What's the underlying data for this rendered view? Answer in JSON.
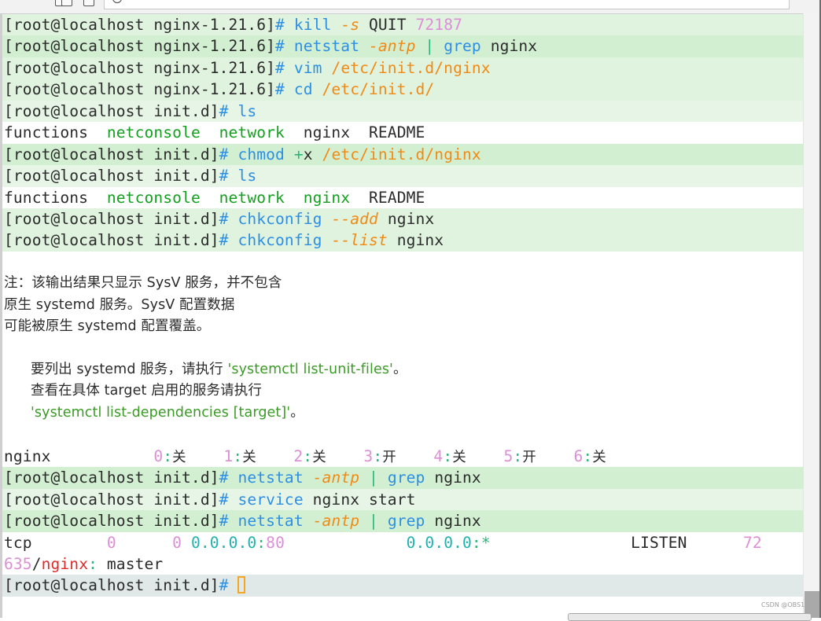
{
  "prompts": {
    "nginx_dir": "[root@localhost nginx-1.21.6]",
    "initd_dir": "[root@localhost init.d]",
    "hash": "#"
  },
  "lines": [
    {
      "cmd": "kill",
      "opt": "-s",
      "arg": "QUIT",
      "pid": "72187"
    },
    {
      "cmd": "netstat",
      "opt": "-antp",
      "pipe": "|",
      "cmd2": "grep",
      "arg": "nginx"
    },
    {
      "cmd": "vim",
      "path": "/etc/init.d/nginx"
    },
    {
      "cmd": "cd",
      "path": "/etc/init.d/"
    },
    {
      "cmd": "ls"
    },
    {
      "items": [
        "functions",
        "netconsole",
        "network",
        "nginx",
        "README"
      ]
    },
    {
      "cmd": "chmod",
      "plus": "+",
      "x": "x",
      "path": "/etc/init.d/nginx"
    },
    {
      "cmd": "ls"
    },
    {
      "items": [
        "functions",
        "netconsole",
        "network",
        "nginx",
        "README"
      ]
    },
    {
      "cmd": "chkconfig",
      "opt": "--add",
      "arg": "nginx"
    },
    {
      "cmd": "chkconfig",
      "opt": "--list",
      "arg": "nginx"
    }
  ],
  "note": {
    "l1": "注：该输出结果只显示 SysV 服务，并不包含",
    "l2": "原生 systemd 服务。SysV 配置数据",
    "l3": "可能被原生 systemd 配置覆盖。",
    "l4_pre": "要列出 systemd 服务，请执行 ",
    "l4_quote": "'systemctl list-unit-files'",
    "l4_post": "。",
    "l5": "查看在具体 target 启用的服务请执行",
    "l6_quote": "'systemctl list-dependencies [target]'",
    "l6_post": "。"
  },
  "runlevels": {
    "service": "nginx",
    "levels": [
      {
        "n": "0",
        "state": "关"
      },
      {
        "n": "1",
        "state": "关"
      },
      {
        "n": "2",
        "state": "关"
      },
      {
        "n": "3",
        "state": "开"
      },
      {
        "n": "4",
        "state": "关"
      },
      {
        "n": "5",
        "state": "开"
      },
      {
        "n": "6",
        "state": "关"
      }
    ]
  },
  "after": [
    {
      "cmd": "netstat",
      "opt": "-antp",
      "pipe": "|",
      "cmd2": "grep",
      "arg": "nginx"
    },
    {
      "cmd": "service",
      "arg": "nginx start"
    },
    {
      "cmd": "netstat",
      "opt": "-antp",
      "pipe": "|",
      "cmd2": "grep",
      "arg": "nginx"
    }
  ],
  "netstat_row": {
    "proto": "tcp",
    "recvq": "0",
    "sendq": "0",
    "local_ip": "0.0.0.0",
    "local_port": "80",
    "foreign_ip": "0.0.0.0",
    "foreign_port": "*",
    "state": "LISTEN",
    "pid_start": "72",
    "pid_end": "635",
    "prog": "nginx",
    "desc": "master"
  },
  "watermark": "CSDN @OBS1",
  "colors": {
    "command": "#2d8fe3",
    "option": "#f08a14",
    "number": "#dc8fd6",
    "executable": "#14a01f",
    "row_highlight": "#dff3de",
    "cursor": "#f5a623"
  }
}
